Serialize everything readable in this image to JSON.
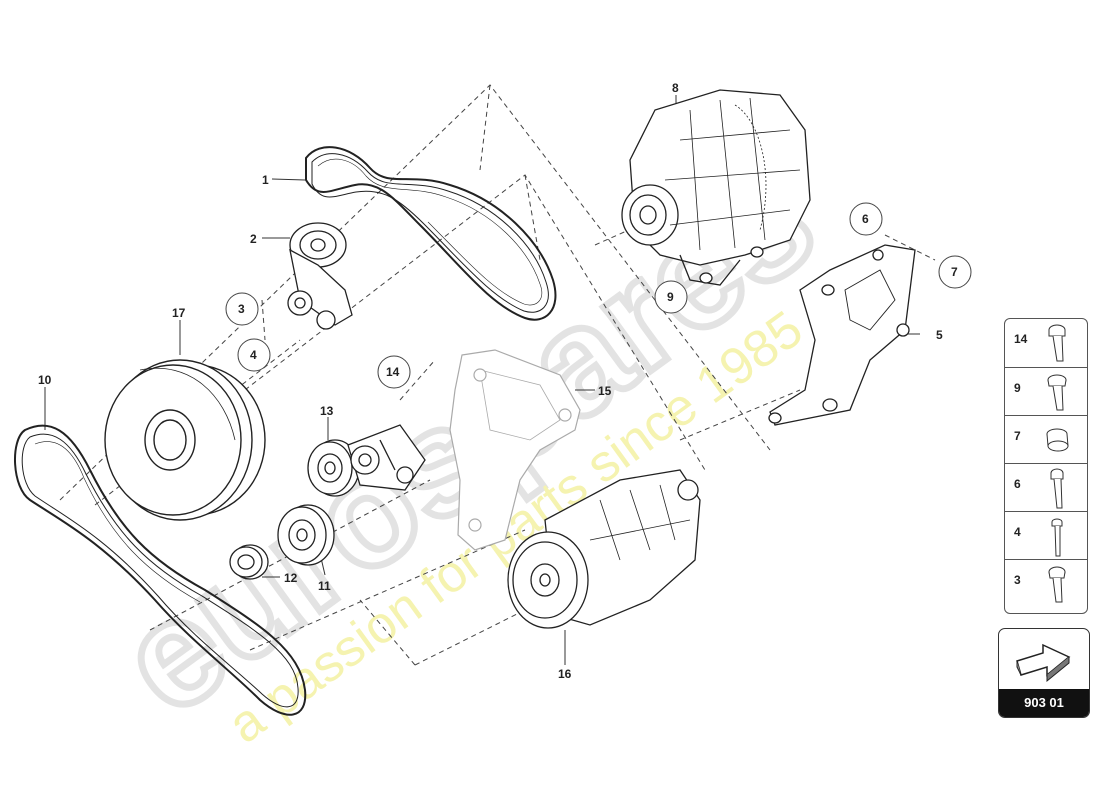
{
  "watermark": {
    "brand": "eurospares",
    "tagline": "a passion for parts since 1985"
  },
  "callouts": {
    "c1": "1",
    "c2": "2",
    "c3": "3",
    "c4": "4",
    "c5": "5",
    "c6": "6",
    "c7": "7",
    "c8": "8",
    "c9": "9",
    "c10": "10",
    "c11": "11",
    "c12": "12",
    "c13": "13",
    "c14": "14",
    "c15": "15",
    "c16": "16",
    "c17": "17"
  },
  "legend": {
    "items": [
      {
        "number": "14",
        "icon": "bolt-icon-hex-head"
      },
      {
        "number": "9",
        "icon": "bolt-icon-flange"
      },
      {
        "number": "7",
        "icon": "sleeve-icon"
      },
      {
        "number": "6",
        "icon": "bolt-icon-long"
      },
      {
        "number": "4",
        "icon": "bolt-icon-slim"
      },
      {
        "number": "3",
        "icon": "bolt-icon-socket"
      }
    ]
  },
  "navigation": {
    "code": "903 01",
    "icon": "arrow-icon"
  },
  "colors": {
    "line": "#222222",
    "watermark_gray": "#dcdcdc",
    "watermark_yellow": "#f2f0a0"
  }
}
